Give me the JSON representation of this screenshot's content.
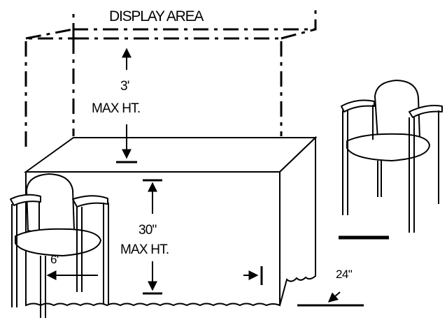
{
  "diagram": {
    "title": "DISPLAY AREA",
    "display_height": {
      "value": "3'",
      "label": "MAX HT."
    },
    "table_height": {
      "value": "30\"",
      "label": "MAX HT."
    },
    "table_length": "6'",
    "table_depth": "24\"",
    "objects": [
      "display-area-outline",
      "draped-table",
      "chair-front",
      "chair-rear"
    ],
    "line_color": "#000000",
    "background": "#ffffff"
  }
}
